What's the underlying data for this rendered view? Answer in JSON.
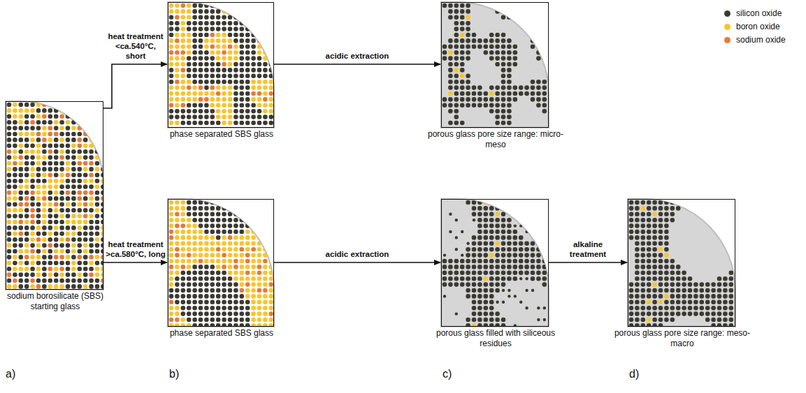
{
  "diagram": {
    "nodes": [
      {
        "text": [
          "sodium borosilicate (SBS) starting glass"
        ]
      },
      {
        "text": [
          "phase separated SBS glass"
        ]
      },
      {
        "text": [
          "porous glass pore size range: micro-meso"
        ]
      },
      {
        "text": [
          "phase separated SBS glass"
        ]
      },
      {
        "text": [
          "porous glass filled with siliceous residues"
        ]
      },
      {
        "text": [
          "porous glass pore size range: meso-macro"
        ]
      }
    ],
    "edges": [
      {
        "from": 0,
        "to": 1,
        "label": "heat treatment <ca.540°C, short",
        "arrow": "to"
      },
      {
        "from": 1,
        "to": 2,
        "label": "acidic extraction",
        "arrow": "to"
      },
      {
        "from": 0,
        "to": 3,
        "label": "heat treatment >ca.580°C, long",
        "arrow": "to"
      },
      {
        "from": 3,
        "to": 4,
        "label": "acidic extraction",
        "arrow": "to"
      },
      {
        "from": 4,
        "to": 5,
        "label": "alkaline treatment",
        "arrow": "to"
      }
    ],
    "labels": [
      "a)",
      "b)",
      "c)",
      "d)"
    ],
    "legend": [
      {
        "text": "silicon oxide",
        "color": "#3b3a32"
      },
      {
        "text": "boron oxide",
        "color": "#f7c530"
      },
      {
        "text": "sodium oxide",
        "color": "#e8793a"
      }
    ]
  }
}
